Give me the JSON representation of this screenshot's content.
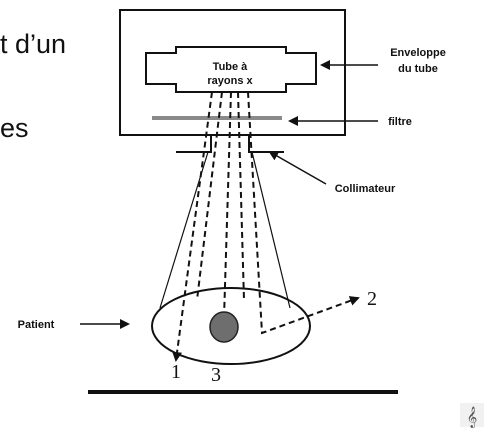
{
  "slide_text": {
    "line1": "t d’un",
    "line2": "es"
  },
  "diagram": {
    "tube_label_line1": "Tube à",
    "tube_label_line2": "rayons x",
    "envelope_label_line1": "Enveloppe",
    "envelope_label_line2": "du tube",
    "filter_label": "filtre",
    "collimator_label": "Collimateur",
    "patient_label": "Patient",
    "ray_number_1": "1",
    "ray_number_2": "2",
    "ray_number_3": "3"
  },
  "colors": {
    "line": "#111111",
    "filter": "#8a8a8a",
    "organ": "#6e6e6e",
    "organ_edge": "#222222"
  }
}
